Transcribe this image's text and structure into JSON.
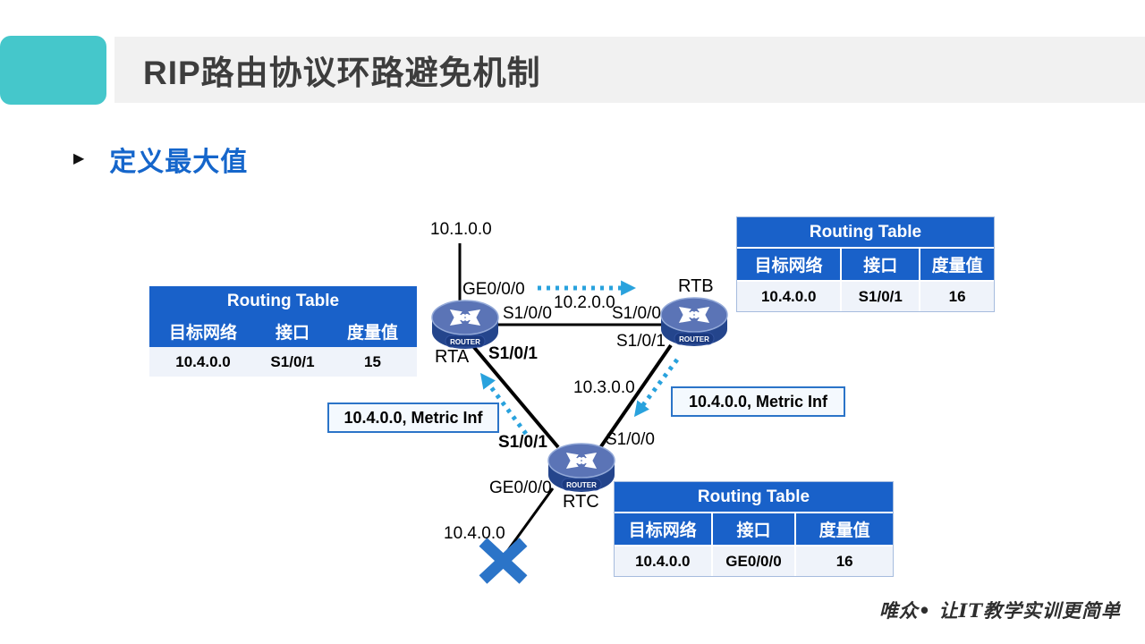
{
  "slide": {
    "title": "RIP路由协议环路避免机制",
    "subtitle": "定义最大值",
    "footer": "唯众• 让IT教学实训更简单"
  },
  "routers": {
    "icon_label": "ROUTER",
    "rta": {
      "name": "RTA"
    },
    "rtb": {
      "name": "RTB"
    },
    "rtc": {
      "name": "RTC"
    }
  },
  "labels": {
    "net1": "10.1.0.0",
    "net2": "10.2.0.0",
    "net3": "10.3.0.0",
    "net4": "10.4.0.0",
    "rta_ge000": "GE0/0/0",
    "rta_s100": "S1/0/0",
    "rta_s101": "S1/0/1",
    "rtb_s100": "S1/0/0",
    "rtb_s101": "S1/0/1",
    "rtc_s101": "S1/0/1",
    "rtc_s100": "S1/0/0",
    "rtc_ge000": "GE0/0/0"
  },
  "callouts": {
    "to_rta": "10.4.0.0, Metric Inf",
    "to_rtc": "10.4.0.0, Metric Inf"
  },
  "tables": {
    "title": "Routing Table",
    "headers": [
      "目标网络",
      "接口",
      "度量值"
    ],
    "rta_row": [
      "10.4.0.0",
      "S1/0/1",
      "15"
    ],
    "rtb_row": [
      "10.4.0.0",
      "S1/0/1",
      "16"
    ],
    "rtc_row": [
      "10.4.0.0",
      "GE0/0/0",
      "16"
    ]
  },
  "colors": {
    "accent_teal": "#45C7CB",
    "title_bar_gray": "#F1F1F1",
    "subtitle_blue": "#1566CB",
    "table_header_blue": "#1961C9",
    "arrow_cyan": "#29A2DD",
    "cross_blue": "#2B74C8"
  }
}
